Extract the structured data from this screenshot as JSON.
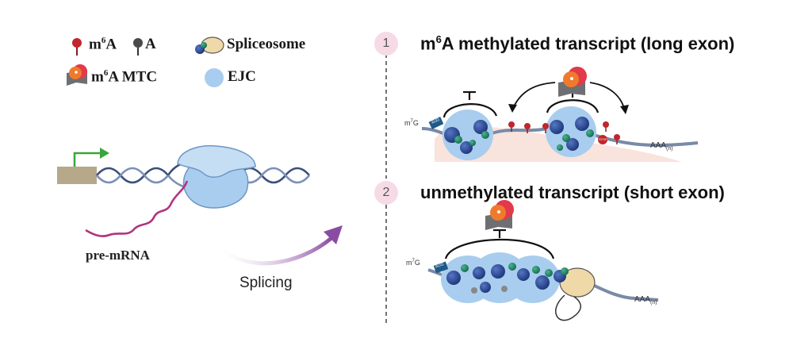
{
  "legend": {
    "m6a_label": "m",
    "m6a_sup": "6",
    "m6a_tail": "A",
    "a_label": "A",
    "spliceosome_label": "Spliceosome",
    "mtc_label_prefix": "m",
    "mtc_sup": "6",
    "mtc_label_tail": "A MTC",
    "ejc_label": "EJC"
  },
  "left": {
    "premrna_label": "pre-mRNA",
    "splicing_label": "Splicing"
  },
  "panel1": {
    "number": "1",
    "title_prefix": "m",
    "title_sup": "6",
    "title_tail": "A methylated transcript (long exon)",
    "cap_label": "m",
    "cap_sup": "7",
    "cap_tail": "G",
    "aug_label": "AUG",
    "stop_label": "STOP",
    "polya_label": "AAA",
    "polya_sub": "(n)"
  },
  "panel2": {
    "number": "2",
    "title": "unmethylated transcript (short exon)",
    "cap_label": "m",
    "cap_sup": "7",
    "cap_tail": "G",
    "aug_label": "AUG",
    "polya_label": "AAA",
    "polya_sub": "(n)"
  },
  "colors": {
    "m6a_pin": "#c0262c",
    "a_pin": "#4a4a4a",
    "ejc": "#a9cdee",
    "spliceosome": "#efd9a8",
    "mtc_orange": "#f07a2c",
    "mtc_red": "#e23a4a",
    "mtc_grey": "#6d6f73",
    "blue_sphere": "#2b4e99",
    "green_sphere": "#1f8a6a",
    "mrna": "#7a8aa6",
    "pink_bg": "#f9e3dd",
    "dna": "#3b4f7a",
    "premrna": "#b0347f",
    "arrow_green": "#3aa53a"
  }
}
